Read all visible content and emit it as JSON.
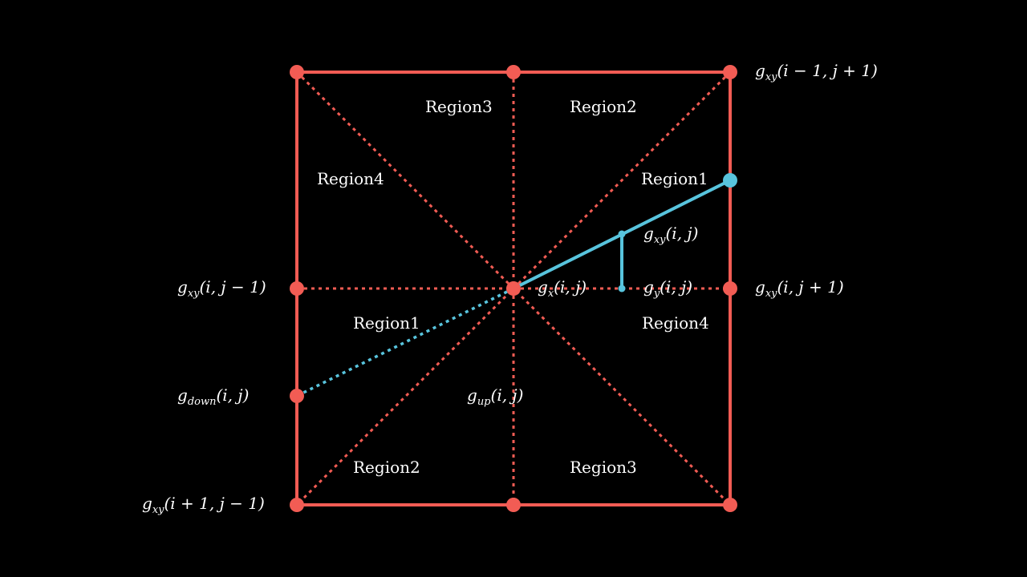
{
  "colors": {
    "background": "#000000",
    "grid": "#f25c54",
    "vector": "#58c4dd",
    "text": "#ffffff"
  },
  "regions": [
    {
      "id": "region3-top",
      "text": "Region3"
    },
    {
      "id": "region2-top",
      "text": "Region2"
    },
    {
      "id": "region4-left",
      "text": "Region4"
    },
    {
      "id": "region1-right",
      "text": "Region1"
    },
    {
      "id": "region1-left",
      "text": "Region1"
    },
    {
      "id": "region4-right",
      "text": "Region4"
    },
    {
      "id": "region2-bottom",
      "text": "Region2"
    },
    {
      "id": "region3-bottom",
      "text": "Region3"
    }
  ],
  "math_labels": {
    "g_xy_tr": {
      "base": "g",
      "sub": "xy",
      "arg": "(i − 1, j + 1)"
    },
    "g_xy_ij": {
      "base": "g",
      "sub": "xy",
      "arg": "(i, j)"
    },
    "g_xy_left": {
      "base": "g",
      "sub": "xy",
      "arg": "(i, j − 1)"
    },
    "g_x": {
      "base": "g",
      "sub": "x",
      "arg": "(i, j)"
    },
    "g_y": {
      "base": "g",
      "sub": "y",
      "arg": "(i, j)"
    },
    "g_xy_right": {
      "base": "g",
      "sub": "xy",
      "arg": "(i, j + 1)"
    },
    "g_down": {
      "base": "g",
      "sub": "down",
      "arg": "(i, j)"
    },
    "g_up": {
      "base": "g",
      "sub": "up",
      "arg": "(i, j)"
    },
    "g_xy_bl": {
      "base": "g",
      "sub": "xy",
      "arg": "(i + 1, j − 1)"
    }
  }
}
